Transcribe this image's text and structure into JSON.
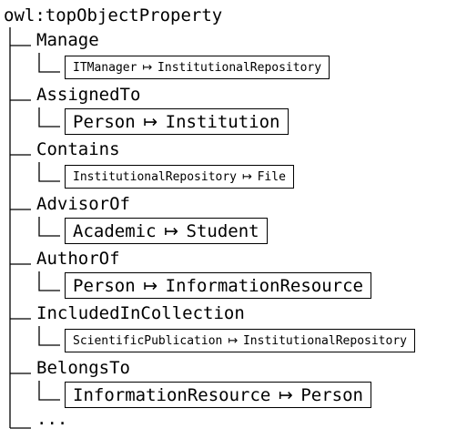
{
  "root": {
    "label": "owl:topObjectProperty"
  },
  "properties": [
    {
      "name": "Manage",
      "domain": "ITManager",
      "arrow": "↦",
      "range": "InstitutionalRepository",
      "size": "small"
    },
    {
      "name": "AssignedTo",
      "domain": "Person",
      "arrow": "↦",
      "range": "Institution",
      "size": "large"
    },
    {
      "name": "Contains",
      "domain": "InstitutionalRepository",
      "arrow": "↦",
      "range": "File",
      "size": "small"
    },
    {
      "name": "AdvisorOf",
      "domain": "Academic",
      "arrow": "↦",
      "range": "Student",
      "size": "large"
    },
    {
      "name": "AuthorOf",
      "domain": "Person",
      "arrow": "↦",
      "range": "InformationResource",
      "size": "large"
    },
    {
      "name": "IncludedInCollection",
      "domain": "ScientificPublication",
      "arrow": "↦",
      "range": "InstitutionalRepository",
      "size": "small"
    },
    {
      "name": "BelongsTo",
      "domain": "InformationResource",
      "arrow": "↦",
      "range": "Person",
      "size": "large"
    }
  ],
  "more": {
    "label": "..."
  }
}
